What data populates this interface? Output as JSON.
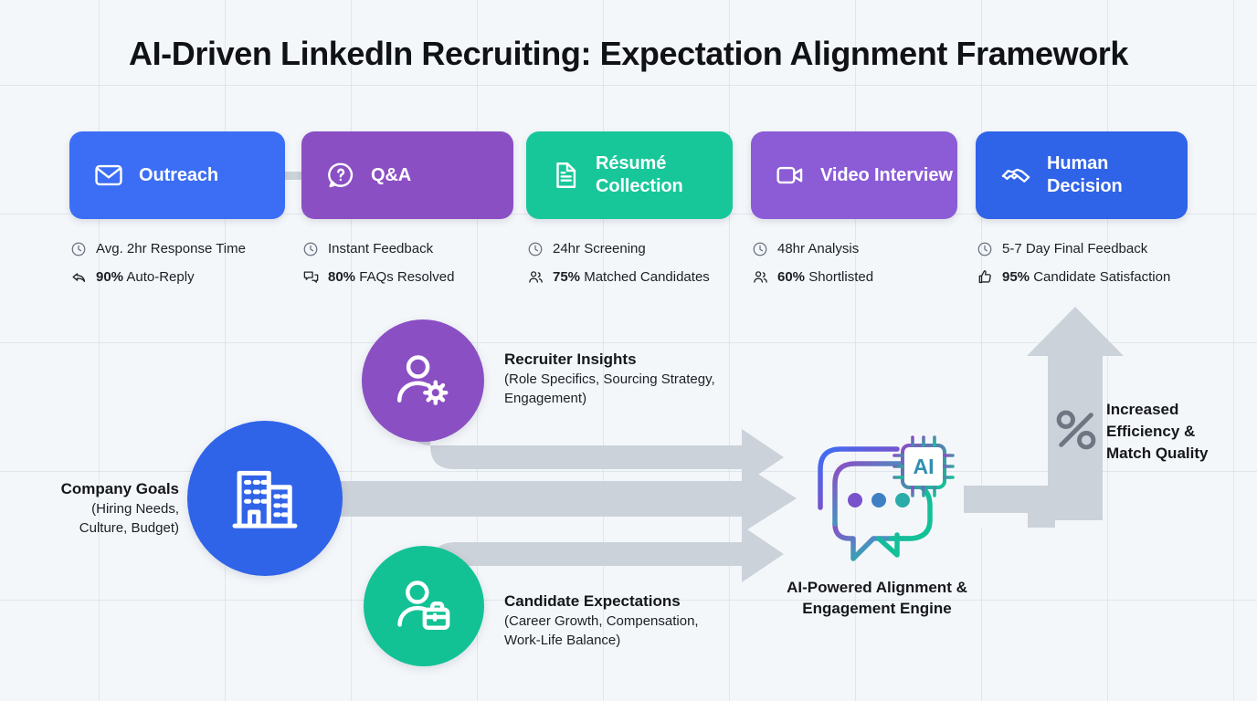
{
  "page": {
    "title": "AI-Driven LinkedIn Recruiting: Expectation Alignment Framework",
    "background": "#f4f7fa",
    "grid_color": "#b4c0cd"
  },
  "pipeline": {
    "connector_color": "#ccd2da",
    "stages": [
      {
        "id": "outreach",
        "label": "Outreach",
        "icon": "envelope-icon",
        "color": "#3b6ef5",
        "metrics": [
          {
            "icon": "clock-icon",
            "bold": "",
            "text": "Avg. 2hr Response Time"
          },
          {
            "icon": "reply-arrow-icon",
            "bold": "90%",
            "text": " Auto-Reply"
          }
        ]
      },
      {
        "id": "qa",
        "label": "Q&A",
        "icon": "question-bubble-icon",
        "color": "#8b4fc4",
        "metrics": [
          {
            "icon": "clock-icon",
            "bold": "",
            "text": "Instant Feedback"
          },
          {
            "icon": "chat-bubbles-icon",
            "bold": "80%",
            "text": " FAQs Resolved"
          }
        ]
      },
      {
        "id": "resume-collection",
        "label": "Résumé Collection",
        "icon": "document-icon",
        "color": "#17c79a",
        "metrics": [
          {
            "icon": "clock-icon",
            "bold": "",
            "text": "24hr Screening"
          },
          {
            "icon": "people-icon",
            "bold": "75%",
            "text": " Matched Candidates"
          }
        ]
      },
      {
        "id": "video-interview",
        "label": "Video Interview",
        "icon": "video-camera-icon",
        "color": "#8b5cd6",
        "metrics": [
          {
            "icon": "clock-icon",
            "bold": "",
            "text": "48hr Analysis"
          },
          {
            "icon": "people-icon",
            "bold": "60%",
            "text": " Shortlisted"
          }
        ]
      },
      {
        "id": "human-decision",
        "label": "Human Decision",
        "icon": "handshake-icon",
        "color": "#2f63e8",
        "metrics": [
          {
            "icon": "clock-icon",
            "bold": "",
            "text": "5-7 Day Final Feedback"
          },
          {
            "icon": "thumbs-up-icon",
            "bold": "95%",
            "text": " Candidate Satisfaction"
          }
        ]
      }
    ]
  },
  "diagram": {
    "arrow_color": "#ccd2da",
    "inputs": [
      {
        "id": "recruiter-insights",
        "title": "Recruiter Insights",
        "sub_line1": "(Role Specifics, Sourcing Strategy,",
        "sub_line2": "Engagement)",
        "icon": "user-gear-icon",
        "color": "#8b4fc4"
      },
      {
        "id": "company-goals",
        "title": "Company Goals",
        "sub_line1": "(Hiring Needs,",
        "sub_line2": "Culture, Budget)",
        "icon": "building-icon",
        "color": "#2f63e8"
      },
      {
        "id": "candidate-expectations",
        "title": "Candidate Expectations",
        "sub_line1": "(Career Growth, Compensation,",
        "sub_line2": "Work-Life Balance)",
        "icon": "user-briefcase-icon",
        "color": "#12c295"
      }
    ],
    "engine": {
      "id": "ai-engine",
      "icon": "ai-chat-bubbles-icon",
      "chip_label": "AI",
      "label_line1": "AI-Powered Alignment &",
      "label_line2": "Engagement Engine",
      "gradient_from": "#3b6ef5",
      "gradient_mid": "#8b4fc4",
      "gradient_to": "#12c295"
    },
    "outcome": {
      "id": "increased-efficiency",
      "icon": "percent-icon",
      "line1": "Increased",
      "line2": "Efficiency &",
      "line3": "Match Quality",
      "arrow_icon": "up-arrow-icon"
    }
  }
}
